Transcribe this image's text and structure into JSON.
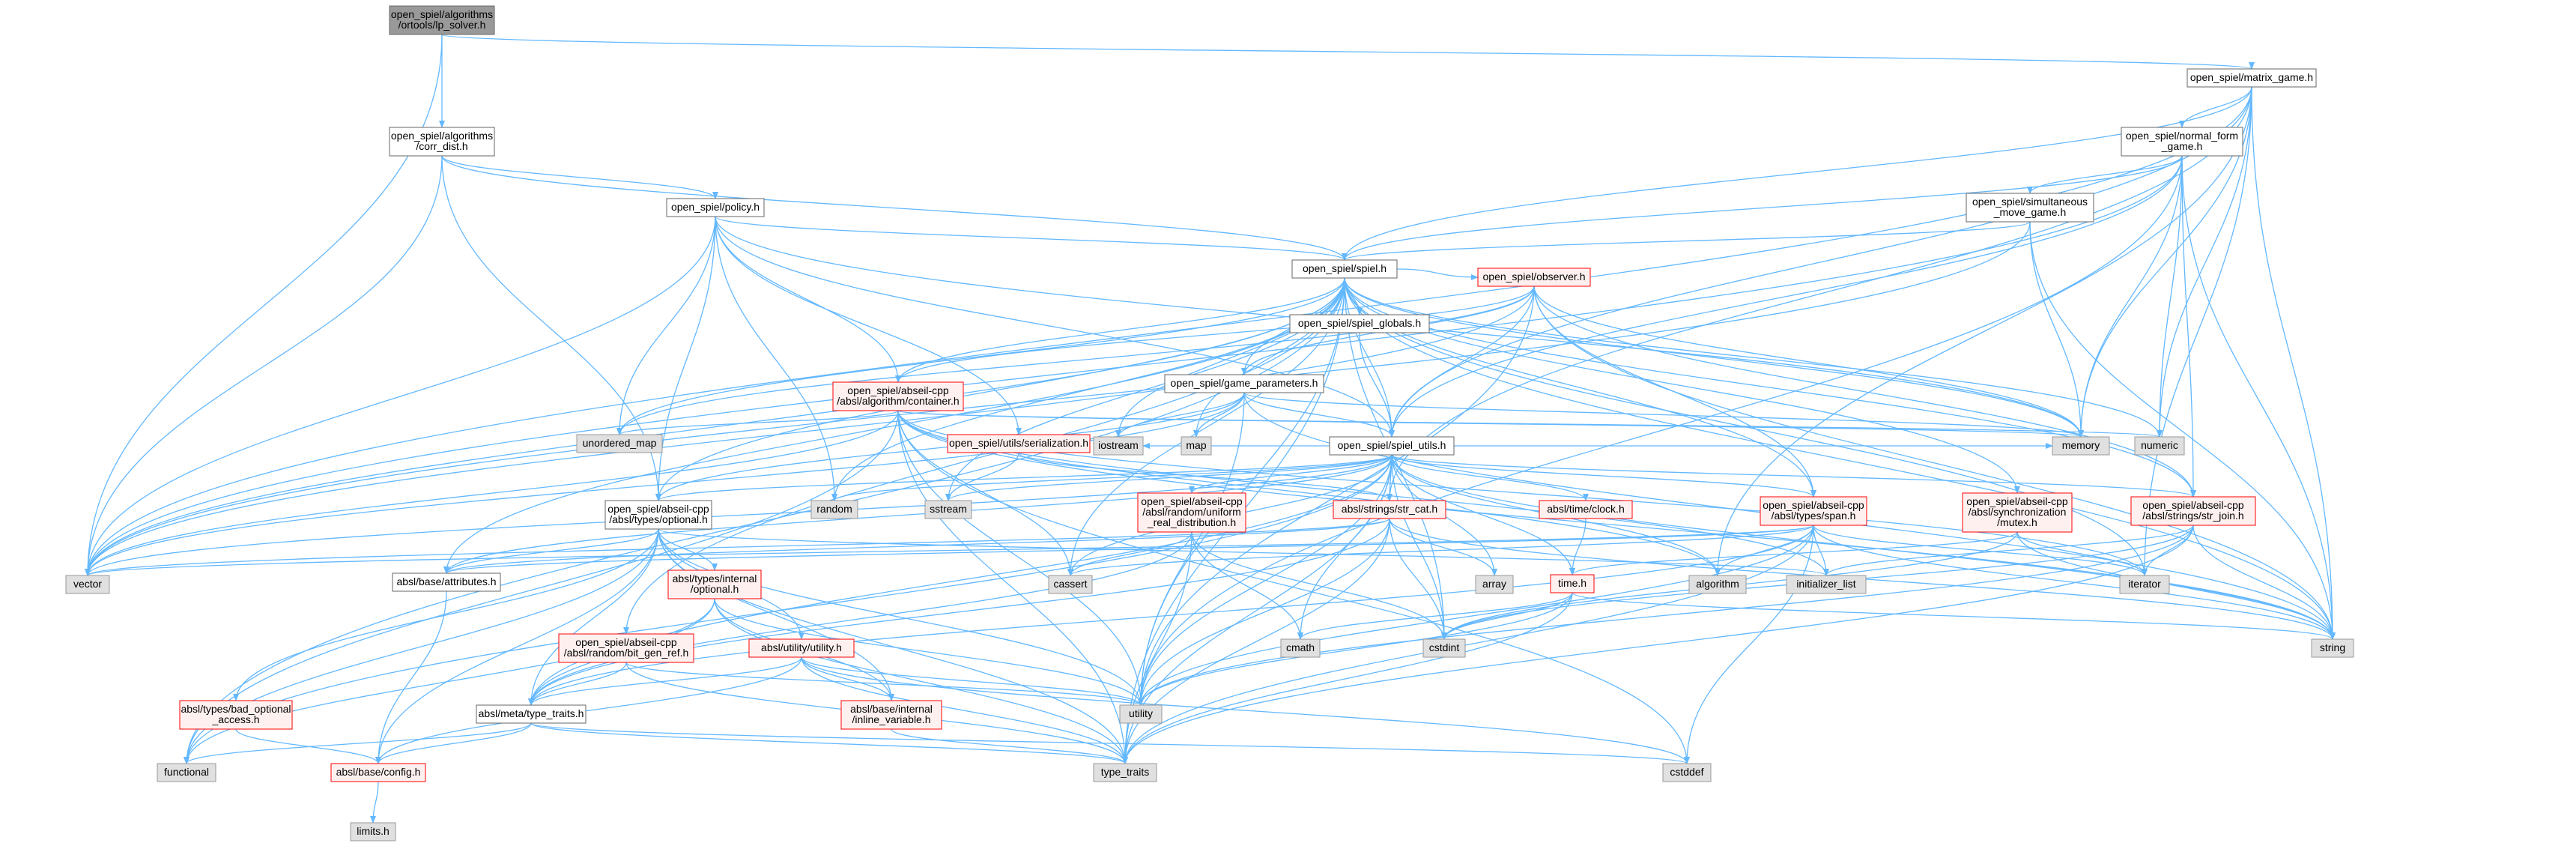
{
  "diagram": {
    "colors": {
      "edge": "#63b8ff",
      "focus_fill": "#999999",
      "focus_stroke": "#666666",
      "normal_fill": "#ffffff",
      "normal_stroke": "#666666",
      "truncated_fill": "#fff0f0",
      "truncated_stroke": "#ff0000",
      "system_fill": "#e0e0e0",
      "system_stroke": "#999999",
      "text": "#000000"
    },
    "nodes": [
      {
        "id": "lp_solver",
        "lines": [
          "open_spiel/algorithms",
          "/ortools/lp_solver.h"
        ],
        "style": "focus"
      },
      {
        "id": "matrix_game",
        "lines": [
          "open_spiel/matrix_game.h"
        ],
        "style": "normal"
      },
      {
        "id": "corr_dist",
        "lines": [
          "open_spiel/algorithms",
          "/corr_dist.h"
        ],
        "style": "normal"
      },
      {
        "id": "normal_form",
        "lines": [
          "open_spiel/normal_form",
          "_game.h"
        ],
        "style": "normal"
      },
      {
        "id": "policy",
        "lines": [
          "open_spiel/policy.h"
        ],
        "style": "normal"
      },
      {
        "id": "simultaneous",
        "lines": [
          "open_spiel/simultaneous",
          "_move_game.h"
        ],
        "style": "normal"
      },
      {
        "id": "spiel",
        "lines": [
          "open_spiel/spiel.h"
        ],
        "style": "normal"
      },
      {
        "id": "spiel_globals",
        "lines": [
          "open_spiel/spiel_globals.h"
        ],
        "style": "normal"
      },
      {
        "id": "observer",
        "lines": [
          "open_spiel/observer.h"
        ],
        "style": "truncated"
      },
      {
        "id": "container",
        "lines": [
          "open_spiel/abseil-cpp",
          "/absl/algorithm/container.h"
        ],
        "style": "truncated"
      },
      {
        "id": "game_parameters",
        "lines": [
          "open_spiel/game_parameters.h"
        ],
        "style": "normal"
      },
      {
        "id": "serialization",
        "lines": [
          "open_spiel/utils/serialization.h"
        ],
        "style": "truncated"
      },
      {
        "id": "spiel_utils",
        "lines": [
          "open_spiel/spiel_utils.h"
        ],
        "style": "normal"
      },
      {
        "id": "optional",
        "lines": [
          "open_spiel/abseil-cpp",
          "/absl/types/optional.h"
        ],
        "style": "normal"
      },
      {
        "id": "uniform_real",
        "lines": [
          "open_spiel/abseil-cpp",
          "/absl/random/uniform",
          "_real_distribution.h"
        ],
        "style": "truncated"
      },
      {
        "id": "str_cat",
        "lines": [
          "absl/strings/str_cat.h"
        ],
        "style": "truncated"
      },
      {
        "id": "clock",
        "lines": [
          "absl/time/clock.h"
        ],
        "style": "truncated"
      },
      {
        "id": "span",
        "lines": [
          "open_spiel/abseil-cpp",
          "/absl/types/span.h"
        ],
        "style": "truncated"
      },
      {
        "id": "mutex",
        "lines": [
          "open_spiel/abseil-cpp",
          "/absl/synchronization",
          "/mutex.h"
        ],
        "style": "truncated"
      },
      {
        "id": "str_join",
        "lines": [
          "open_spiel/abseil-cpp",
          "/absl/strings/str_join.h"
        ],
        "style": "truncated"
      },
      {
        "id": "attributes",
        "lines": [
          "absl/base/attributes.h"
        ],
        "style": "normal"
      },
      {
        "id": "optional_internal",
        "lines": [
          "absl/types/internal",
          "/optional.h"
        ],
        "style": "truncated"
      },
      {
        "id": "bit_gen_ref",
        "lines": [
          "open_spiel/abseil-cpp",
          "/absl/random/bit_gen_ref.h"
        ],
        "style": "truncated"
      },
      {
        "id": "time_h",
        "lines": [
          "time.h"
        ],
        "style": "truncated"
      },
      {
        "id": "utility_h",
        "lines": [
          "absl/utility/utility.h"
        ],
        "style": "truncated"
      },
      {
        "id": "bad_optional",
        "lines": [
          "absl/types/bad_optional",
          "_access.h"
        ],
        "style": "truncated"
      },
      {
        "id": "type_traits_h",
        "lines": [
          "absl/meta/type_traits.h"
        ],
        "style": "normal"
      },
      {
        "id": "inline_variable",
        "lines": [
          "absl/base/internal",
          "/inline_variable.h"
        ],
        "style": "truncated"
      },
      {
        "id": "config",
        "lines": [
          "absl/base/config.h"
        ],
        "style": "truncated"
      },
      {
        "id": "limits",
        "lines": [
          "limits.h"
        ],
        "style": "system"
      },
      {
        "id": "vector",
        "lines": [
          "vector"
        ],
        "style": "system"
      },
      {
        "id": "unordered_map",
        "lines": [
          "unordered_map"
        ],
        "style": "system"
      },
      {
        "id": "iostream",
        "lines": [
          "iostream"
        ],
        "style": "system"
      },
      {
        "id": "map",
        "lines": [
          "map"
        ],
        "style": "system"
      },
      {
        "id": "memory",
        "lines": [
          "memory"
        ],
        "style": "system"
      },
      {
        "id": "numeric",
        "lines": [
          "numeric"
        ],
        "style": "system"
      },
      {
        "id": "random",
        "lines": [
          "random"
        ],
        "style": "system"
      },
      {
        "id": "sstream",
        "lines": [
          "sstream"
        ],
        "style": "system"
      },
      {
        "id": "cassert",
        "lines": [
          "cassert"
        ],
        "style": "system"
      },
      {
        "id": "array",
        "lines": [
          "array"
        ],
        "style": "system"
      },
      {
        "id": "algorithm",
        "lines": [
          "algorithm"
        ],
        "style": "system"
      },
      {
        "id": "initializer_list",
        "lines": [
          "initializer_list"
        ],
        "style": "system"
      },
      {
        "id": "iterator",
        "lines": [
          "iterator"
        ],
        "style": "system"
      },
      {
        "id": "cmath",
        "lines": [
          "cmath"
        ],
        "style": "system"
      },
      {
        "id": "cstdint",
        "lines": [
          "cstdint"
        ],
        "style": "system"
      },
      {
        "id": "string",
        "lines": [
          "string"
        ],
        "style": "system"
      },
      {
        "id": "utility",
        "lines": [
          "utility"
        ],
        "style": "system"
      },
      {
        "id": "functional",
        "lines": [
          "functional"
        ],
        "style": "system"
      },
      {
        "id": "type_traits",
        "lines": [
          "type_traits"
        ],
        "style": "system"
      },
      {
        "id": "cstddef",
        "lines": [
          "cstddef"
        ],
        "style": "system"
      }
    ],
    "edges": [
      [
        "lp_solver",
        "vector"
      ],
      [
        "lp_solver",
        "corr_dist"
      ],
      [
        "lp_solver",
        "matrix_game"
      ],
      [
        "matrix_game",
        "vector"
      ],
      [
        "matrix_game",
        "normal_form"
      ],
      [
        "matrix_game",
        "spiel"
      ],
      [
        "matrix_game",
        "spiel_utils"
      ],
      [
        "matrix_game",
        "memory"
      ],
      [
        "matrix_game",
        "numeric"
      ],
      [
        "matrix_game",
        "string"
      ],
      [
        "matrix_game",
        "iterator"
      ],
      [
        "matrix_game",
        "algorithm"
      ],
      [
        "matrix_game",
        "str_cat"
      ],
      [
        "corr_dist",
        "vector"
      ],
      [
        "corr_dist",
        "policy"
      ],
      [
        "corr_dist",
        "spiel"
      ],
      [
        "corr_dist",
        "optional"
      ],
      [
        "normal_form",
        "simultaneous"
      ],
      [
        "normal_form",
        "spiel"
      ],
      [
        "normal_form",
        "spiel_utils"
      ],
      [
        "normal_form",
        "memory"
      ],
      [
        "normal_form",
        "numeric"
      ],
      [
        "normal_form",
        "string"
      ],
      [
        "normal_form",
        "vector"
      ],
      [
        "normal_form",
        "str_join"
      ],
      [
        "normal_form",
        "utility"
      ],
      [
        "simultaneous",
        "spiel"
      ],
      [
        "simultaneous",
        "memory"
      ],
      [
        "simultaneous",
        "string"
      ],
      [
        "simultaneous",
        "vector"
      ],
      [
        "policy",
        "spiel"
      ],
      [
        "policy",
        "container"
      ],
      [
        "policy",
        "serialization"
      ],
      [
        "policy",
        "spiel_utils"
      ],
      [
        "policy",
        "unordered_map"
      ],
      [
        "policy",
        "vector"
      ],
      [
        "policy",
        "memory"
      ],
      [
        "policy",
        "optional"
      ],
      [
        "policy",
        "random"
      ],
      [
        "spiel",
        "spiel_globals"
      ],
      [
        "spiel",
        "observer"
      ],
      [
        "spiel",
        "game_parameters"
      ],
      [
        "spiel",
        "spiel_utils"
      ],
      [
        "spiel",
        "container"
      ],
      [
        "spiel",
        "optional"
      ],
      [
        "spiel",
        "span"
      ],
      [
        "spiel",
        "mutex"
      ],
      [
        "spiel",
        "str_join"
      ],
      [
        "spiel",
        "bit_gen_ref"
      ],
      [
        "spiel",
        "attributes"
      ],
      [
        "spiel",
        "vector"
      ],
      [
        "spiel",
        "unordered_map"
      ],
      [
        "spiel",
        "iostream"
      ],
      [
        "spiel",
        "map"
      ],
      [
        "spiel",
        "memory"
      ],
      [
        "spiel",
        "numeric"
      ],
      [
        "spiel",
        "random"
      ],
      [
        "spiel",
        "sstream"
      ],
      [
        "spiel",
        "string"
      ],
      [
        "spiel",
        "utility"
      ],
      [
        "spiel",
        "functional"
      ],
      [
        "spiel",
        "cstdint"
      ],
      [
        "spiel",
        "iterator"
      ],
      [
        "spiel",
        "type_traits"
      ],
      [
        "spiel",
        "cassert"
      ],
      [
        "spiel_globals",
        "spiel_utils"
      ],
      [
        "observer",
        "container"
      ],
      [
        "observer",
        "game_parameters"
      ],
      [
        "observer",
        "spiel_utils"
      ],
      [
        "observer",
        "span"
      ],
      [
        "observer",
        "memory"
      ],
      [
        "observer",
        "string"
      ],
      [
        "observer",
        "vector"
      ],
      [
        "observer",
        "utility"
      ],
      [
        "observer",
        "str_join"
      ],
      [
        "observer",
        "unordered_map"
      ],
      [
        "container",
        "algorithm"
      ],
      [
        "container",
        "cassert"
      ],
      [
        "container",
        "iterator"
      ],
      [
        "container",
        "numeric"
      ],
      [
        "container",
        "type_traits"
      ],
      [
        "container",
        "unordered_map"
      ],
      [
        "container",
        "utility"
      ],
      [
        "container",
        "vector"
      ],
      [
        "container",
        "functional"
      ],
      [
        "container",
        "memory"
      ],
      [
        "container",
        "initializer_list"
      ],
      [
        "container",
        "cstddef"
      ],
      [
        "container",
        "string"
      ],
      [
        "game_parameters",
        "spiel_utils"
      ],
      [
        "game_parameters",
        "iostream"
      ],
      [
        "game_parameters",
        "map"
      ],
      [
        "game_parameters",
        "memory"
      ],
      [
        "game_parameters",
        "string"
      ],
      [
        "game_parameters",
        "utility"
      ],
      [
        "game_parameters",
        "vector"
      ],
      [
        "game_parameters",
        "optional"
      ],
      [
        "serialization",
        "sstream"
      ],
      [
        "serialization",
        "str_cat"
      ],
      [
        "spiel_utils",
        "optional"
      ],
      [
        "spiel_utils",
        "uniform_real"
      ],
      [
        "spiel_utils",
        "str_cat"
      ],
      [
        "spiel_utils",
        "clock"
      ],
      [
        "spiel_utils",
        "span"
      ],
      [
        "spiel_utils",
        "str_join"
      ],
      [
        "spiel_utils",
        "algorithm"
      ],
      [
        "spiel_utils",
        "array"
      ],
      [
        "spiel_utils",
        "cassert"
      ],
      [
        "spiel_utils",
        "cmath"
      ],
      [
        "spiel_utils",
        "cstdint"
      ],
      [
        "spiel_utils",
        "functional"
      ],
      [
        "spiel_utils",
        "iostream"
      ],
      [
        "spiel_utils",
        "memory"
      ],
      [
        "spiel_utils",
        "random"
      ],
      [
        "spiel_utils",
        "sstream"
      ],
      [
        "spiel_utils",
        "string"
      ],
      [
        "spiel_utils",
        "type_traits"
      ],
      [
        "spiel_utils",
        "utility"
      ],
      [
        "spiel_utils",
        "vector"
      ],
      [
        "spiel_utils",
        "time_h"
      ],
      [
        "spiel_utils",
        "attributes"
      ],
      [
        "spiel_utils",
        "type_traits_h"
      ],
      [
        "optional",
        "functional"
      ],
      [
        "optional",
        "initializer_list"
      ],
      [
        "optional",
        "type_traits"
      ],
      [
        "optional",
        "utility"
      ],
      [
        "optional",
        "attributes"
      ],
      [
        "optional",
        "config"
      ],
      [
        "optional",
        "optional_internal"
      ],
      [
        "optional",
        "bad_optional"
      ],
      [
        "optional",
        "type_traits_h"
      ],
      [
        "optional",
        "inline_variable"
      ],
      [
        "optional",
        "utility_h"
      ],
      [
        "uniform_real",
        "cassert"
      ],
      [
        "uniform_real",
        "cmath"
      ],
      [
        "uniform_real",
        "cstdint"
      ],
      [
        "uniform_real",
        "type_traits"
      ],
      [
        "uniform_real",
        "type_traits_h"
      ],
      [
        "str_cat",
        "array"
      ],
      [
        "str_cat",
        "cstdint"
      ],
      [
        "str_cat",
        "string"
      ],
      [
        "str_cat",
        "type_traits"
      ],
      [
        "str_cat",
        "utility"
      ],
      [
        "str_cat",
        "vector"
      ],
      [
        "str_cat",
        "attributes"
      ],
      [
        "str_cat",
        "type_traits_h"
      ],
      [
        "clock",
        "time_h"
      ],
      [
        "span",
        "algorithm"
      ],
      [
        "span",
        "cassert"
      ],
      [
        "span",
        "cstddef"
      ],
      [
        "span",
        "initializer_list"
      ],
      [
        "span",
        "iterator"
      ],
      [
        "span",
        "type_traits"
      ],
      [
        "span",
        "utility"
      ],
      [
        "span",
        "attributes"
      ],
      [
        "span",
        "type_traits_h"
      ],
      [
        "span",
        "vector"
      ],
      [
        "span",
        "string"
      ],
      [
        "mutex",
        "time_h"
      ],
      [
        "mutex",
        "cstdint"
      ],
      [
        "mutex",
        "iterator"
      ],
      [
        "mutex",
        "string"
      ],
      [
        "str_join",
        "cstdint"
      ],
      [
        "str_join",
        "initializer_list"
      ],
      [
        "str_join",
        "iterator"
      ],
      [
        "str_join",
        "string"
      ],
      [
        "str_join",
        "type_traits"
      ],
      [
        "str_join",
        "utility"
      ],
      [
        "attributes",
        "config"
      ],
      [
        "optional_internal",
        "functional"
      ],
      [
        "optional_internal",
        "type_traits"
      ],
      [
        "optional_internal",
        "utility"
      ],
      [
        "optional_internal",
        "type_traits_h"
      ],
      [
        "optional_internal",
        "inline_variable"
      ],
      [
        "bit_gen_ref",
        "type_traits"
      ],
      [
        "bit_gen_ref",
        "utility"
      ],
      [
        "bit_gen_ref",
        "type_traits_h"
      ],
      [
        "time_h",
        "cmath"
      ],
      [
        "time_h",
        "cstdint"
      ],
      [
        "time_h",
        "string"
      ],
      [
        "time_h",
        "type_traits"
      ],
      [
        "time_h",
        "utility"
      ],
      [
        "utility_h",
        "cstddef"
      ],
      [
        "utility_h",
        "type_traits"
      ],
      [
        "utility_h",
        "utility"
      ],
      [
        "utility_h",
        "inline_variable"
      ],
      [
        "utility_h",
        "type_traits_h"
      ],
      [
        "utility_h",
        "config"
      ],
      [
        "bad_optional",
        "config"
      ],
      [
        "type_traits_h",
        "cstddef"
      ],
      [
        "type_traits_h",
        "functional"
      ],
      [
        "type_traits_h",
        "type_traits"
      ],
      [
        "type_traits_h",
        "config"
      ],
      [
        "inline_variable",
        "type_traits"
      ],
      [
        "config",
        "limits"
      ]
    ]
  }
}
